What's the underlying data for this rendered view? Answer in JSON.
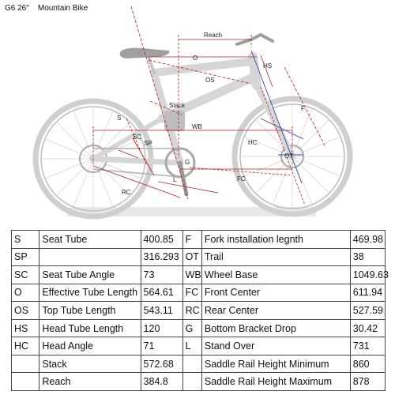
{
  "title": "G6 26″    Mountain Bike",
  "diagram_labels": {
    "reach": "Reach",
    "o": "O",
    "hs": "HS",
    "os": "OS",
    "stack": "Stack",
    "s": "S",
    "sc": "SC",
    "sp": "SP",
    "wb": "WB",
    "f": "F",
    "hc": "HC",
    "ot": "OT",
    "fc": "FC",
    "rc": "RC",
    "g": "G",
    "l": "L"
  },
  "spec_rows": [
    {
      "code": "S",
      "name": "Seat Tube",
      "value": "400.85",
      "code2": "F",
      "name2": "Fork installation legnth",
      "value2": "469.98"
    },
    {
      "code": "SP",
      "name": "",
      "value": "316.293",
      "code2": "OT",
      "name2": "Trail",
      "value2": "38"
    },
    {
      "code": "SC",
      "name": "Seat Tube Angle",
      "value": "73",
      "code2": "WB",
      "name2": "Wheel Base",
      "value2": "1049.63"
    },
    {
      "code": "O",
      "name": "Effective Tube Length",
      "value": "564.61",
      "code2": "FC",
      "name2": "Front Center",
      "value2": "611.94"
    },
    {
      "code": "OS",
      "name": "Top Tube Length",
      "value": "543.11",
      "code2": "RC",
      "name2": "Rear Center",
      "value2": "527.59"
    },
    {
      "code": "HS",
      "name": "Head Tube Length",
      "value": "120",
      "code2": "G",
      "name2": "Bottom Bracket Drop",
      "value2": "30.42"
    },
    {
      "code": "HC",
      "name": "Head Angle",
      "value": "71",
      "code2": "L",
      "name2": "Stand Over",
      "value2": "731"
    },
    {
      "code": "",
      "name": "Stack",
      "value": "572.68",
      "code2": "",
      "name2": "Saddle Rail Height Minimum",
      "value2": "860"
    },
    {
      "code": "",
      "name": "Reach",
      "value": "384.8",
      "code2": "",
      "name2": "Saddle Rail Height Maximum",
      "value2": "878"
    }
  ]
}
